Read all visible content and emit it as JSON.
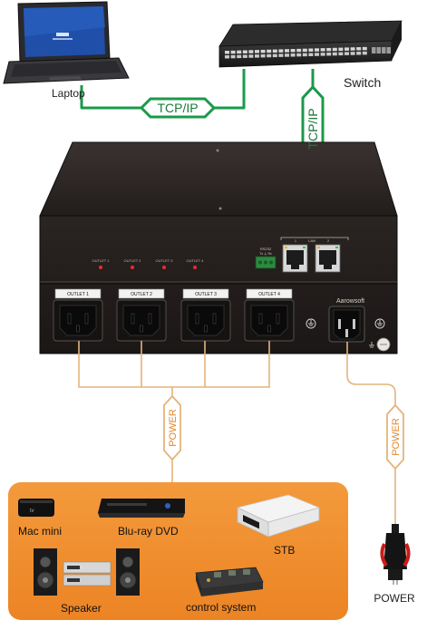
{
  "labels": {
    "laptop": "Laptop",
    "switch": "Switch",
    "tcpip_horizontal": "TCP/IP",
    "tcpip_vertical": "TCP/IP",
    "power_left": "POWER",
    "power_right": "POWER",
    "power_plug": "POWER"
  },
  "device": {
    "brand": "Aarowsoft",
    "rs232": "RS232",
    "rs232_pins": "Tx  ⏚  Rx",
    "lan": "LAN",
    "lan_port_1": "1",
    "lan_port_2": "2",
    "outlets": [
      "OUTLET 1",
      "OUTLET 2",
      "OUTLET 3",
      "OUTLET 4"
    ],
    "leds": [
      "OUTLET 1",
      "OUTLET 2",
      "OUTLET 3",
      "OUTLET 4"
    ]
  },
  "devices": [
    "Mac mini",
    "Blu-ray DVD",
    "STB",
    "Speaker",
    "control system"
  ],
  "colors": {
    "green": "#1a9a4a",
    "orange": "#f08c2e",
    "tan": "#e4b47c",
    "chassis": "#2b2523",
    "panel": "#1e1b1a"
  }
}
